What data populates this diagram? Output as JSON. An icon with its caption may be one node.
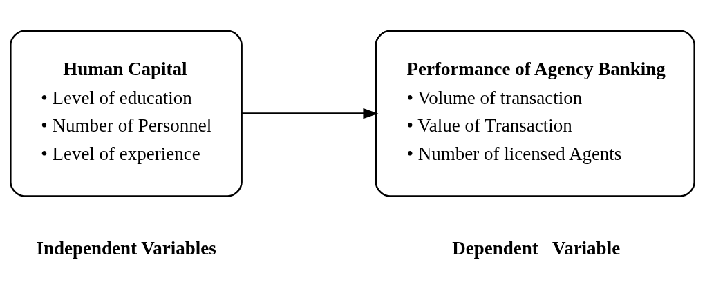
{
  "diagram": {
    "nodes": [
      {
        "text": [
          "Human Capital",
          "• Level of education",
          "• Number of Personnel",
          "• Level of experience"
        ],
        "beside": [
          "Independent Variables"
        ]
      },
      {
        "text": [
          "Performance of Agency Banking",
          "• Volume of transaction",
          "• Value of Transaction",
          "• Number of licensed Agents"
        ],
        "beside": [
          "Dependent   Variable"
        ]
      }
    ],
    "edges": [
      {
        "from": 0,
        "to": 1,
        "arrow": "to"
      }
    ]
  }
}
